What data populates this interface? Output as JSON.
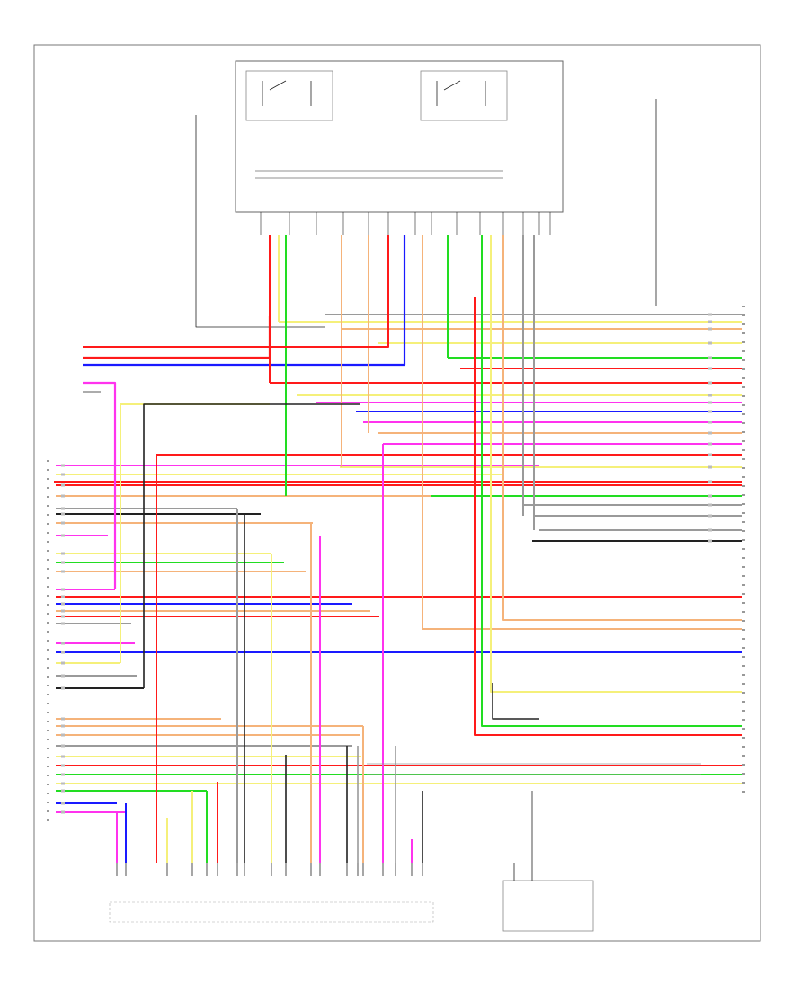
{
  "diagram": {
    "frame_id": "",
    "colors": {
      "red": "#ff1a1a",
      "blue": "#1a1aff",
      "green": "#22dd22",
      "yellow": "#f5f07a",
      "pink": "#ff33ee",
      "orange": "#f5b37a",
      "black": "#222222",
      "gray": "#9a9a9a",
      "light_gray": "#c8c8c8",
      "frame": "#666666"
    },
    "wire_colors_used": [
      "red",
      "blue",
      "green",
      "yellow",
      "pink",
      "orange",
      "black",
      "gray"
    ]
  }
}
